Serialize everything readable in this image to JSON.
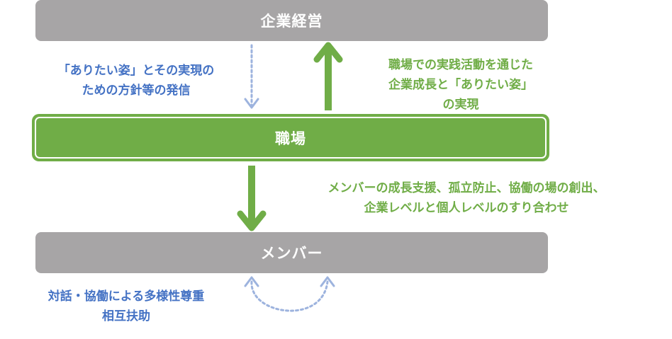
{
  "boxes": {
    "top": "企業経営",
    "middle": "職場",
    "bottom": "メンバー"
  },
  "labels": {
    "down_left": [
      "「ありたい姿」とその実現の",
      "ための方針等の発信"
    ],
    "up_right": [
      "職場での実践活動を通じた",
      "企業成長と「ありたい姿」",
      "の実現"
    ],
    "members": [
      "メンバーの成長支援、孤立防止、協働の場の創出、",
      "企業レベルと個人レベルのすり合わせ"
    ],
    "mutual": [
      "対話・協働による多様性尊重",
      "相互扶助"
    ]
  },
  "colors": {
    "gray_box": "#a7a5a6",
    "green": "#70ad47",
    "blue": "#4472c4",
    "blue_dotted": "#9db3de"
  }
}
